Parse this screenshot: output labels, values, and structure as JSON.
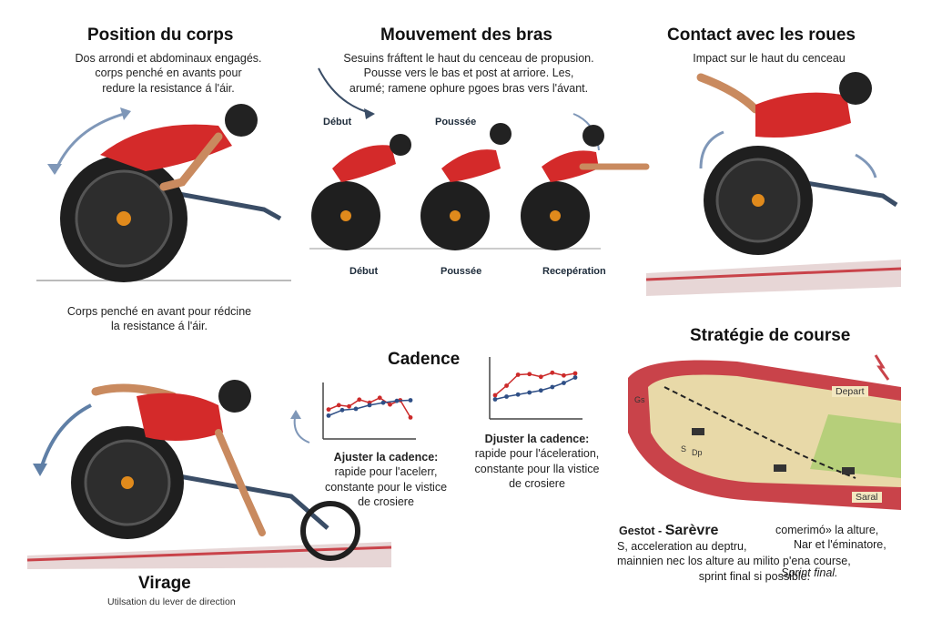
{
  "panels": {
    "body_position": {
      "title": "Position du corps",
      "desc_lines": [
        "Dos arrondi et abdominaux engagés.",
        "corps penché en avants pour",
        "redure la resistance á l'áir."
      ],
      "callout_lines": [
        "Corps penché en avant pour rédcine",
        "la resistance á l'áir."
      ]
    },
    "arm_movement": {
      "title": "Mouvement des bras",
      "desc_lines": [
        "Sesuins fráftent le haut du cenceau de propusion.",
        "Pousse vers le bas et post at arriore. Les,",
        "arumé; ramene ophure pgoes bras vers l'ávant."
      ],
      "phase_top": [
        "Début",
        "Poussée"
      ],
      "phase_bottom": [
        "Début",
        "Poussée",
        "Recepération"
      ]
    },
    "wheel_contact": {
      "title": "Contact avec les roues",
      "desc": "Impact sur le haut du cenceau"
    },
    "cadence": {
      "title": "Cadence",
      "left_lines": [
        "Ajuster la cadence:",
        "rapide pour l'acelerr,",
        "constante pour le vistice",
        "de crosiere"
      ],
      "right_lines": [
        "Djuster la cadence:",
        "rapide pour l'áceleration,",
        "constante pour lla vistice",
        "de crosiere"
      ]
    },
    "turning": {
      "title": "Virage",
      "desc": "Utilsation du lever de direction"
    },
    "race_strategy": {
      "title": "Stratégie de course",
      "track_labels": {
        "depart": "Depart",
        "sarai": "Saral",
        "gs": "Gs",
        "s": "S",
        "dp": "Dp"
      },
      "left_prefix": "Gestot -",
      "left_head": "Sarèvre",
      "left_lines": [
        "S, acceleration au deptru,",
        "mainnien nec los alture au milito p'ena course,",
        "sprint final si possible."
      ],
      "right_lines": [
        "comerimó» la alture,",
        "Nar et l'éminatore,"
      ],
      "right_tail": "Sprint final."
    }
  },
  "colors": {
    "jersey": "#d42a2a",
    "skin": "#c98a5f",
    "wheel": "#1f1f1f",
    "hub": "#e08a1c",
    "frame": "#3a4d66",
    "arrow": "#5f7fa6",
    "track_red": "#c9434a",
    "track_sand": "#e8d9a8",
    "track_green": "#b6cf7a"
  },
  "chart_data": [
    {
      "type": "line",
      "series": [
        {
          "values": [
            4.5,
            5.2,
            5.0,
            6.1,
            5.6,
            6.4,
            5.3,
            6.0,
            3.2
          ]
        },
        {
          "values": [
            3.5,
            4.4,
            4.6,
            5.2,
            5.6,
            5.9,
            6.0
          ]
        }
      ],
      "ylim": [
        0,
        8
      ]
    },
    {
      "type": "line",
      "series": [
        {
          "values": [
            3.2,
            4.6,
            6.2,
            6.3,
            5.9,
            6.5,
            6.1,
            6.4
          ]
        },
        {
          "values": [
            2.6,
            3.0,
            3.3,
            3.6,
            3.9,
            4.4,
            5.0,
            5.8
          ]
        }
      ],
      "ylim": [
        0,
        8
      ]
    }
  ]
}
